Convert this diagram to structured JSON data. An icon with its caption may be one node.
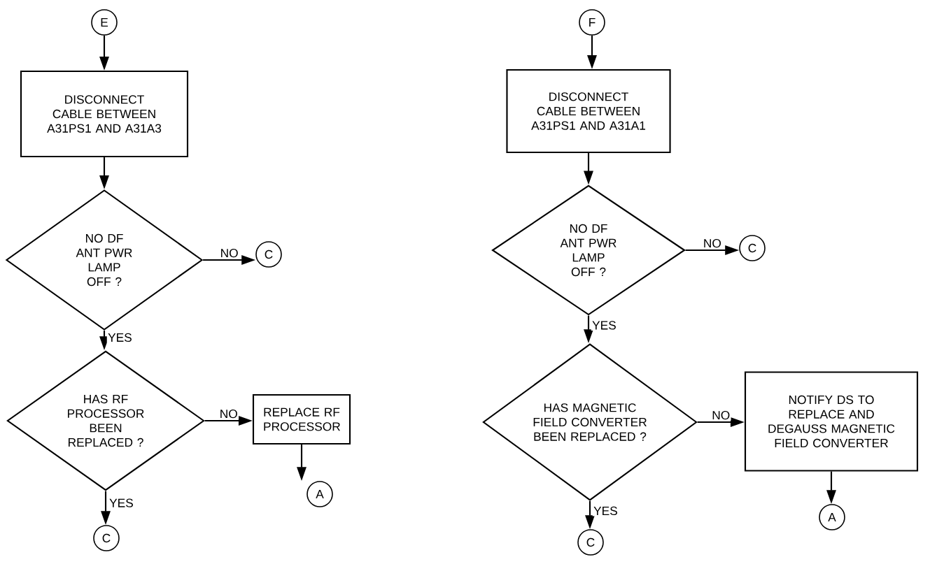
{
  "diagram": {
    "nodes": [
      {
        "text": [
          "E"
        ]
      },
      {
        "text": [
          "DISCONNECT CABLE BETWEEN A31PS1 AND A31A3"
        ]
      },
      {
        "text": [
          "NO DF ANT PWR LAMP OFF ?"
        ]
      },
      {
        "text": [
          "C"
        ]
      },
      {
        "text": [
          "HAS RF PROCESSOR BEEN REPLACED ?"
        ]
      },
      {
        "text": [
          "REPLACE RF PROCESSOR"
        ]
      },
      {
        "text": [
          "A"
        ]
      },
      {
        "text": [
          "C"
        ]
      },
      {
        "text": [
          "F"
        ]
      },
      {
        "text": [
          "DISCONNECT CABLE BETWEEN A31PS1 AND A31A1"
        ]
      },
      {
        "text": [
          "NO DF ANT PWR LAMP OFF ?"
        ]
      },
      {
        "text": [
          "C"
        ]
      },
      {
        "text": [
          "HAS MAGNETIC FIELD CONVERTER BEEN REPLACED ?"
        ]
      },
      {
        "text": [
          "NOTIFY DS TO REPLACE AND DEGAUSS MAGNETIC FIELD CONVERTER"
        ]
      },
      {
        "text": [
          "A"
        ]
      },
      {
        "text": [
          "C"
        ]
      }
    ],
    "edges": [
      {
        "from": 0,
        "to": 1,
        "arrow": "to"
      },
      {
        "from": 1,
        "to": 2,
        "arrow": "to"
      },
      {
        "from": 2,
        "to": 3,
        "arrow": "to",
        "label": "NO"
      },
      {
        "from": 2,
        "to": 4,
        "arrow": "to",
        "label": "YES"
      },
      {
        "from": 4,
        "to": 5,
        "arrow": "to",
        "label": "NO"
      },
      {
        "from": 4,
        "to": 7,
        "arrow": "to",
        "label": "YES"
      },
      {
        "from": 5,
        "to": 6,
        "arrow": "to"
      },
      {
        "from": 8,
        "to": 9,
        "arrow": "to"
      },
      {
        "from": 9,
        "to": 10,
        "arrow": "to"
      },
      {
        "from": 10,
        "to": 11,
        "arrow": "to",
        "label": "NO"
      },
      {
        "from": 10,
        "to": 12,
        "arrow": "to",
        "label": "YES"
      },
      {
        "from": 12,
        "to": 13,
        "arrow": "to",
        "label": "NO"
      },
      {
        "from": 12,
        "to": 15,
        "arrow": "to",
        "label": "YES"
      },
      {
        "from": 13,
        "to": 14,
        "arrow": "to"
      }
    ]
  }
}
